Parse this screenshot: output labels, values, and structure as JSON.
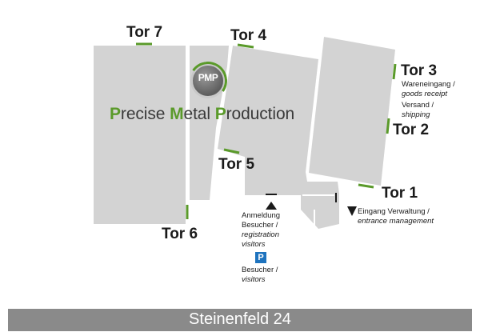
{
  "gates": {
    "tor1": "Tor 1",
    "tor2": "Tor 2",
    "tor3": "Tor 3",
    "tor4": "Tor 4",
    "tor5": "Tor 5",
    "tor6": "Tor 6",
    "tor7": "Tor 7"
  },
  "labels": {
    "wareneingang": "Wareneingang /",
    "goods_receipt": "goods receipt",
    "versand": "Versand /",
    "shipping": "shipping",
    "eingang": "Eingang Verwaltung /",
    "entrance": "entrance management",
    "anmeldung": "Anmeldung",
    "besucher1": "Besucher /",
    "registration": "registration",
    "visitors1": "visitors",
    "besucher2": "Besucher /",
    "visitors2": "visitors"
  },
  "company": {
    "p1": "P",
    "w1": "recise ",
    "p2": "M",
    "w2": "etal ",
    "p3": "P",
    "w3": "roduction",
    "logo_text": "PMP"
  },
  "parking_symbol": "P",
  "street": "Steinenfeld 24",
  "colors": {
    "building": "#d3d3d3",
    "gate_marker": "#5a9a2a",
    "street": "#8a8a8a",
    "parking": "#1e73be"
  }
}
